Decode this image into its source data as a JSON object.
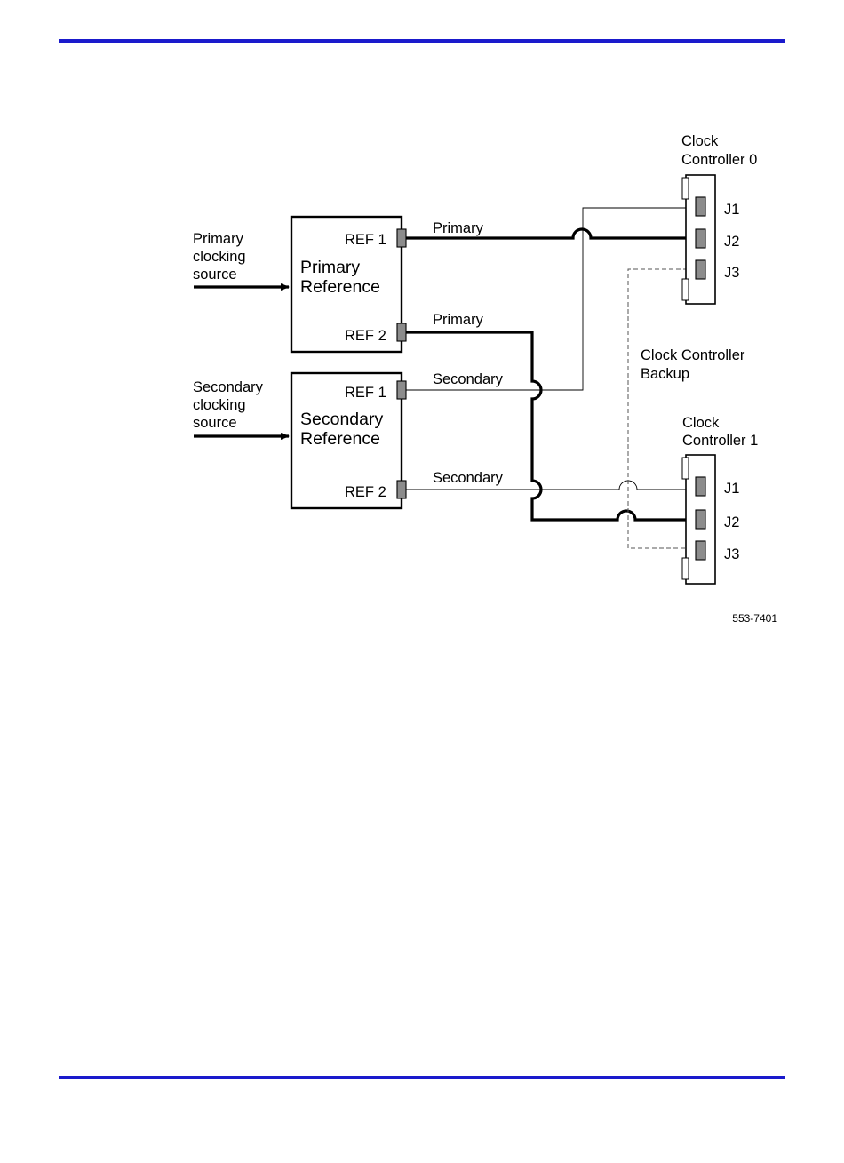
{
  "page": {
    "rule_color": "#1a1acc",
    "figure_id": "553-7401"
  },
  "diagram": {
    "sources": {
      "primary": [
        "Primary",
        "clocking",
        "source"
      ],
      "secondary": [
        "Secondary",
        "clocking",
        "source"
      ]
    },
    "boxes": {
      "primary_reference": [
        "Primary",
        "Reference"
      ],
      "secondary_reference": [
        "Secondary",
        "Reference"
      ]
    },
    "ports": {
      "ref1": "REF 1",
      "ref2": "REF 2"
    },
    "links": {
      "primary_ref1": "Primary",
      "primary_ref2": "Primary",
      "secondary_ref1": "Secondary",
      "secondary_ref2": "Secondary"
    },
    "controllers": {
      "cc0": [
        "Clock",
        "Controller 0"
      ],
      "cc1": [
        "Clock",
        "Controller 1"
      ]
    },
    "jacks": [
      "J1",
      "J2",
      "J3"
    ],
    "backup_label": [
      "Clock Controller",
      "Backup"
    ]
  }
}
